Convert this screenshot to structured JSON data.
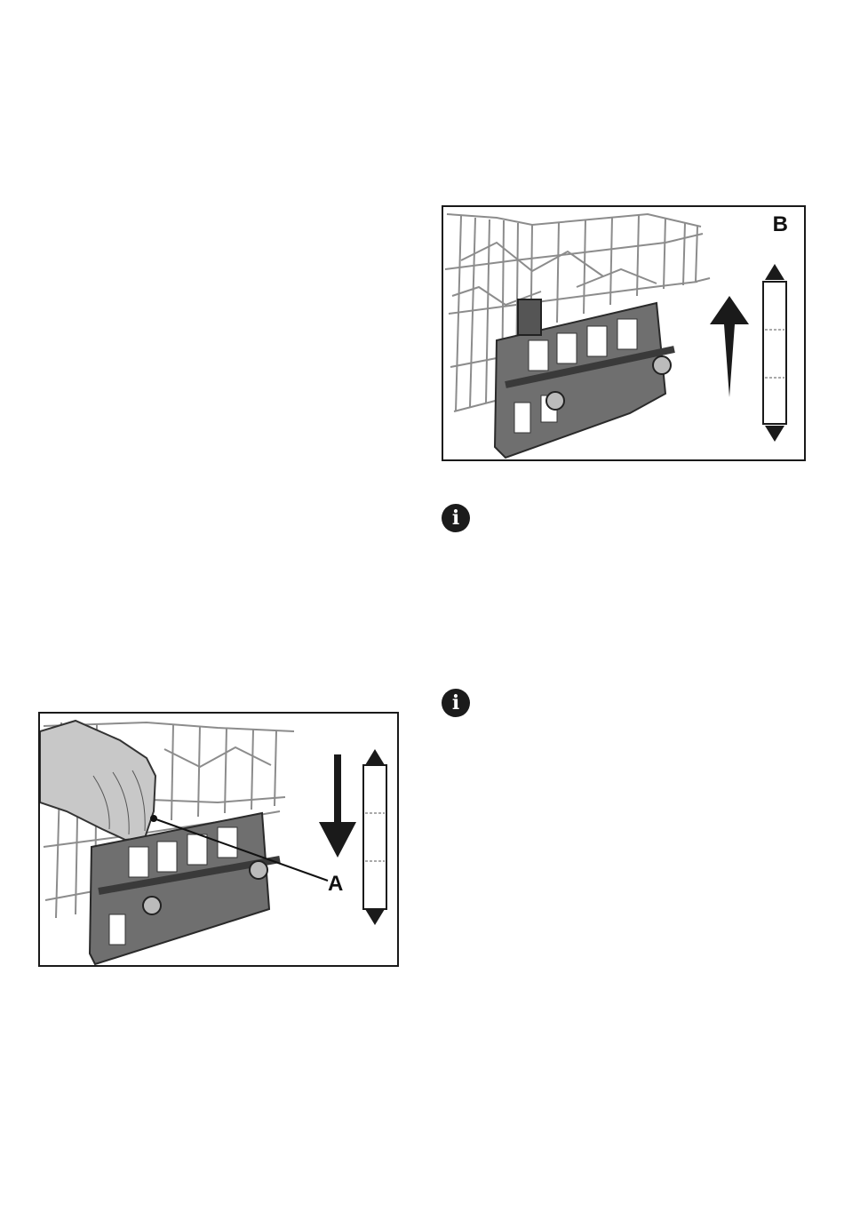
{
  "figures": {
    "b": {
      "label": "B",
      "arrow_direction": "up",
      "icon": "rack-adjuster-raise"
    },
    "a": {
      "label": "A",
      "arrow_direction": "down",
      "icon": "rack-adjuster-lower-hand"
    }
  },
  "notes": [
    {
      "icon": "info-icon",
      "glyph": "i"
    },
    {
      "icon": "info-icon",
      "glyph": "i"
    }
  ],
  "colors": {
    "line": "#1a1a1a",
    "part_grey": "#6f6f6f",
    "wire": "#9a9a9a",
    "hand": "#c8c8c8"
  }
}
